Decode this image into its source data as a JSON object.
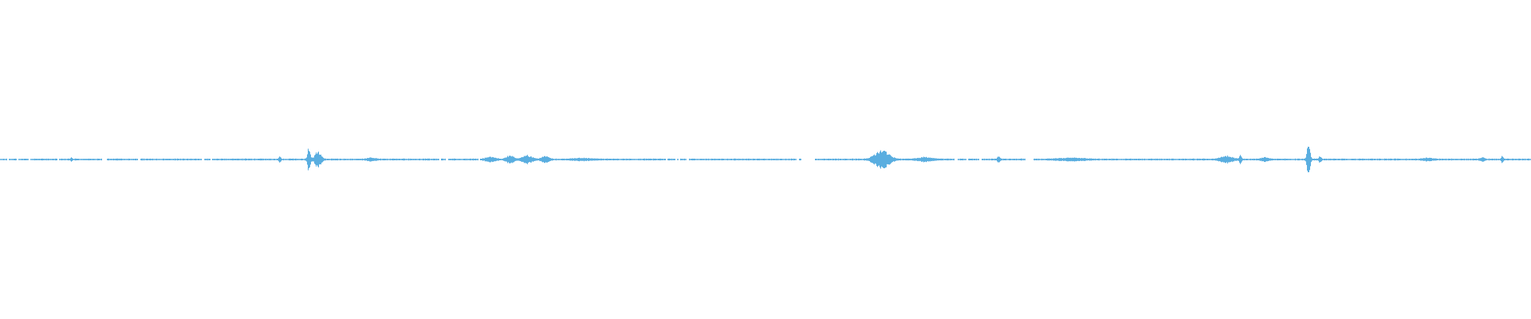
{
  "waveform": {
    "color": "#5aaee0",
    "background": "#ffffff",
    "baseline_fraction": 0.5,
    "bursts": [
      {
        "pos": 0.0465,
        "amp": 0.006,
        "width": 0.0006
      },
      {
        "pos": 0.1825,
        "amp": 0.012,
        "width": 0.0008
      },
      {
        "pos": 0.2015,
        "amp": 0.038,
        "width": 0.0012
      },
      {
        "pos": 0.2075,
        "amp": 0.026,
        "width": 0.0025
      },
      {
        "pos": 0.2425,
        "amp": 0.004,
        "width": 0.0035
      },
      {
        "pos": 0.32,
        "amp": 0.008,
        "width": 0.004
      },
      {
        "pos": 0.333,
        "amp": 0.012,
        "width": 0.003
      },
      {
        "pos": 0.344,
        "amp": 0.012,
        "width": 0.004
      },
      {
        "pos": 0.356,
        "amp": 0.01,
        "width": 0.003
      },
      {
        "pos": 0.38,
        "amp": 0.003,
        "width": 0.008
      },
      {
        "pos": 0.576,
        "amp": 0.03,
        "width": 0.006
      },
      {
        "pos": 0.604,
        "amp": 0.006,
        "width": 0.006
      },
      {
        "pos": 0.652,
        "amp": 0.01,
        "width": 0.001
      },
      {
        "pos": 0.7,
        "amp": 0.004,
        "width": 0.01
      },
      {
        "pos": 0.801,
        "amp": 0.01,
        "width": 0.005
      },
      {
        "pos": 0.81,
        "amp": 0.016,
        "width": 0.0008
      },
      {
        "pos": 0.826,
        "amp": 0.005,
        "width": 0.003
      },
      {
        "pos": 0.8545,
        "amp": 0.058,
        "width": 0.0012
      },
      {
        "pos": 0.862,
        "amp": 0.01,
        "width": 0.001
      },
      {
        "pos": 0.932,
        "amp": 0.004,
        "width": 0.004
      },
      {
        "pos": 0.968,
        "amp": 0.005,
        "width": 0.002
      },
      {
        "pos": 0.981,
        "amp": 0.012,
        "width": 0.0008
      }
    ],
    "gaps": [
      [
        0.0045,
        0.0055
      ],
      [
        0.0105,
        0.0115
      ],
      [
        0.0185,
        0.0195
      ],
      [
        0.0375,
        0.0385
      ],
      [
        0.0665,
        0.0695
      ],
      [
        0.09,
        0.0915
      ],
      [
        0.1315,
        0.133
      ],
      [
        0.137,
        0.1385
      ],
      [
        0.2865,
        0.288
      ],
      [
        0.291,
        0.2925
      ],
      [
        0.312,
        0.3135
      ],
      [
        0.4345,
        0.4355
      ],
      [
        0.441,
        0.442
      ],
      [
        0.443,
        0.444
      ],
      [
        0.448,
        0.4495
      ],
      [
        0.52,
        0.5215
      ],
      [
        0.523,
        0.531
      ],
      [
        0.531,
        0.532
      ],
      [
        0.623,
        0.625
      ],
      [
        0.631,
        0.632
      ],
      [
        0.6395,
        0.641
      ],
      [
        0.6695,
        0.6745
      ]
    ]
  }
}
